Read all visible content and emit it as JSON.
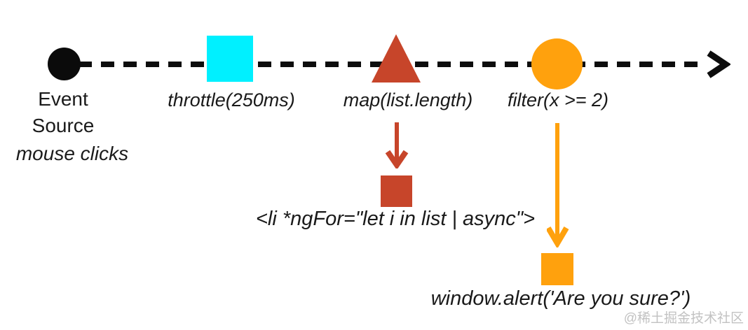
{
  "source": {
    "title_line1": "Event",
    "title_line2": "Source",
    "sublabel": "mouse clicks",
    "marker_color": "#0b0b0b"
  },
  "operators": [
    {
      "label": "throttle(250ms)",
      "shape": "square",
      "color": "#00f0ff"
    },
    {
      "label": "map(list.length)",
      "shape": "triangle",
      "color": "#c7452a"
    },
    {
      "label": "filter(x >= 2)",
      "shape": "circle",
      "color": "#ffa10d"
    }
  ],
  "outputs": [
    {
      "code": "<li *ngFor=\"let i in list | async\">",
      "marker_color": "#c7452a"
    },
    {
      "code": "window.alert('Are you sure?')",
      "marker_color": "#ffa10d"
    }
  ],
  "timeline": {
    "style": "dashed",
    "direction": "left-to-right",
    "color": "#0d0d0d"
  },
  "watermark": "@稀土掘金技术社区"
}
